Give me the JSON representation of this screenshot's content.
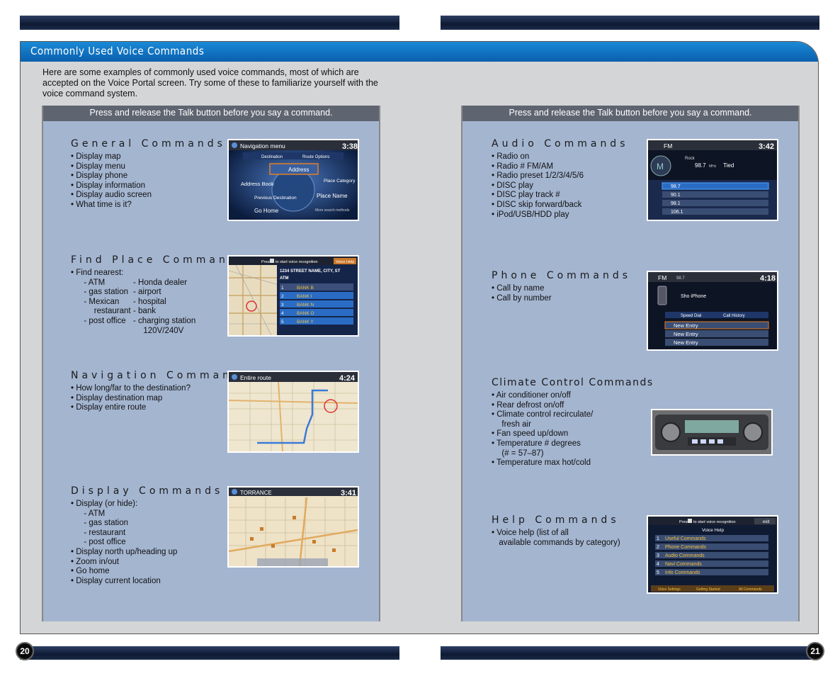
{
  "section_title": "Commonly Used Voice Commands",
  "intro": "Here are some examples of commonly used voice commands, most of which are accepted on the Voice Portal screen. Try some of these to familiarize yourself with the voice command system.",
  "panel_header": "Press and release the Talk button before you say a command.",
  "page_left": "20",
  "page_right": "21",
  "general": {
    "title": "General Commands",
    "items": [
      "• Display map",
      "• Display menu",
      "• Display phone",
      "• Display information",
      "• Display audio screen",
      "• What time is it?"
    ],
    "screen": {
      "title": "Navigation menu",
      "time": "3:38",
      "tab1": "Destination",
      "tab2": "Route Options",
      "address": "Address",
      "address_book": "Address Book",
      "place_category": "Place Category",
      "previous": "Previous Destination",
      "place_name": "Place Name",
      "go_home": "Go Home",
      "more": "More search methods"
    }
  },
  "find": {
    "title": "Find Place Commands",
    "header": "• Find nearest:",
    "col1": [
      "  - ATM",
      "  - gas station",
      "  - Mexican",
      "    restaurant",
      "  - post office",
      ""
    ],
    "col2": [
      "- Honda dealer",
      "- airport",
      "- hospital",
      "- bank",
      "- charging station",
      "  120V/240V"
    ],
    "screen": {
      "prompt": "Press",
      "prompt2": "to start voice recognition",
      "help": "Voice Help",
      "address": "1234 STREET NAME, CITY, ST",
      "category": "ATM",
      "banks": [
        "BANK B",
        "BANK I",
        "BANK N",
        "BANK O",
        "BANK Y"
      ]
    }
  },
  "navigation": {
    "title": "Navigation Commands",
    "items": [
      "• How long/far to the destination?",
      "• Display destination map",
      "• Display entire route"
    ],
    "screen": {
      "title": "Entire route",
      "time": "4:24"
    }
  },
  "display": {
    "title": "Display Commands",
    "items": [
      "• Display (or hide):",
      "  - ATM",
      "  - gas station",
      "  - restaurant",
      "  - post office",
      "• Display north up/heading up",
      "• Zoom in/out",
      "• Go home",
      "• Display current location"
    ],
    "screen": {
      "title": "TORRANCE",
      "time": "3:41"
    }
  },
  "audio": {
    "title": "Audio Commands",
    "items": [
      "• Radio on",
      "• Radio # FM/AM",
      "• Radio preset 1/2/3/4/5/6",
      "• DISC play",
      "• DISC play track #",
      "• DISC skip forward/back",
      "• iPod/USB/HDD play"
    ],
    "screen": {
      "band": "FM",
      "time": "3:42",
      "genre": "Rock",
      "freq": "98.7",
      "unit": "MHz",
      "song": "Tied",
      "presets": [
        "98.7",
        "90.1",
        "98.1",
        "106.1"
      ]
    }
  },
  "phone": {
    "title": "Phone Commands",
    "items": [
      "• Call by name",
      "• Call by number"
    ],
    "screen": {
      "band": "FM",
      "freq": "98.7",
      "time": "4:18",
      "device": "Sho iPhone",
      "tab1": "Speed Dial",
      "tab2": "Call History",
      "entries": [
        "New Entry",
        "New Entry",
        "New Entry"
      ]
    }
  },
  "climate": {
    "title": "Climate Control Commands",
    "items": [
      "• Air conditioner on/off",
      "• Rear defrost on/off",
      "• Climate control recirculate/",
      "  fresh air",
      "• Fan speed up/down",
      "• Temperature # degrees",
      "  (# = 57–87)",
      "• Temperature max hot/cold"
    ]
  },
  "help": {
    "title": "Help Commands",
    "items": [
      "• Voice help (list of all",
      "  available commands by category)"
    ],
    "screen": {
      "prompt": "Press",
      "prompt2": "to start voice recognition",
      "exit": "exit",
      "title": "Voice Help",
      "entries": [
        "Useful Commands",
        "Phone Commands",
        "Audio Commands",
        "Navi Commands",
        "Info Commands"
      ],
      "footer": [
        "Voice Settings",
        "Getting Started",
        "All Commands"
      ]
    }
  }
}
